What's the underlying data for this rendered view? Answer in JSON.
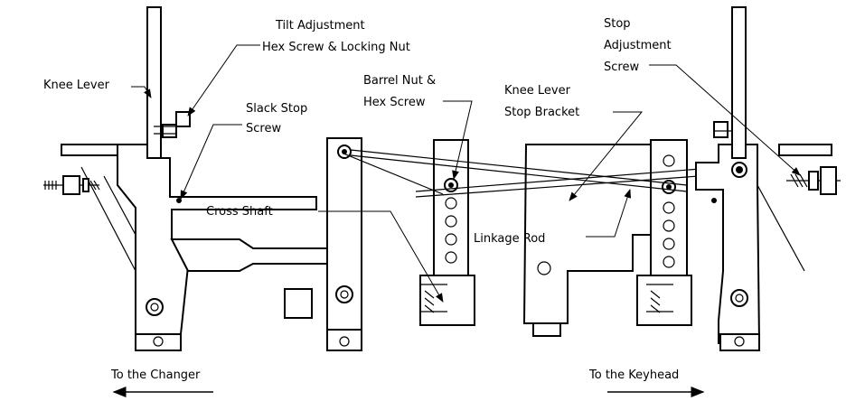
{
  "labels": {
    "knee_lever": "Knee Lever",
    "tilt_adjustment_1": "Tilt Adjustment",
    "tilt_adjustment_2": "Hex Screw & Locking Nut",
    "slack_stop_1": "Slack Stop",
    "slack_stop_2": "Screw",
    "barrel_nut_1": "Barrel Nut &",
    "barrel_nut_2": "Hex Screw",
    "knee_lever_stop_1": "Knee Lever",
    "knee_lever_stop_2": "Stop Bracket",
    "stop_adjustment_1": "Stop",
    "stop_adjustment_2": "Adjustment",
    "stop_adjustment_3": "Screw",
    "cross_shaft": "Cross Shaft",
    "linkage_rod": "Linkage Rod",
    "to_changer": "To the Changer",
    "to_keyhead": "To the Keyhead"
  },
  "colors": {
    "line": "#000000",
    "background": "#ffffff"
  }
}
